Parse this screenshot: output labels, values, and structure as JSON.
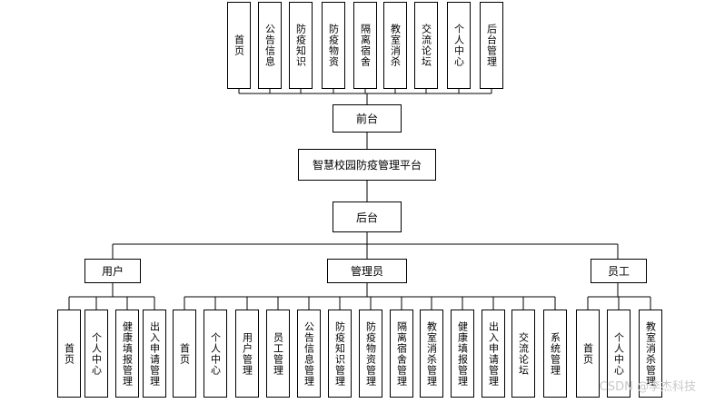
{
  "diagram": {
    "root": "智慧校园防疫管理平台",
    "front": {
      "label": "前台",
      "items": [
        "首页",
        "公告信息",
        "防疫知识",
        "防疫物资",
        "隔离宿舍",
        "教室消杀",
        "交流论坛",
        "个人中心",
        "后台管理"
      ]
    },
    "back": {
      "label": "后台",
      "roles": [
        {
          "label": "用户",
          "items": [
            "首页",
            "个人中心",
            "健康填报管理",
            "出入申请管理"
          ]
        },
        {
          "label": "管理员",
          "items": [
            "首页",
            "个人中心",
            "用户管理",
            "员工管理",
            "公告信息管理",
            "防疫知识管理",
            "防疫物资管理",
            "隔离宿舍管理",
            "教室消杀管理",
            "健康填报管理",
            "出入申请管理",
            "交流论坛",
            "系统管理"
          ]
        },
        {
          "label": "员工",
          "items": [
            "首页",
            "个人中心",
            "教室消杀管理"
          ]
        }
      ]
    }
  },
  "watermark": "CSDN @李杰科技",
  "colors": {
    "line": "#000000",
    "box_bg": "#ffffff",
    "watermark": "#c9c9c9"
  }
}
